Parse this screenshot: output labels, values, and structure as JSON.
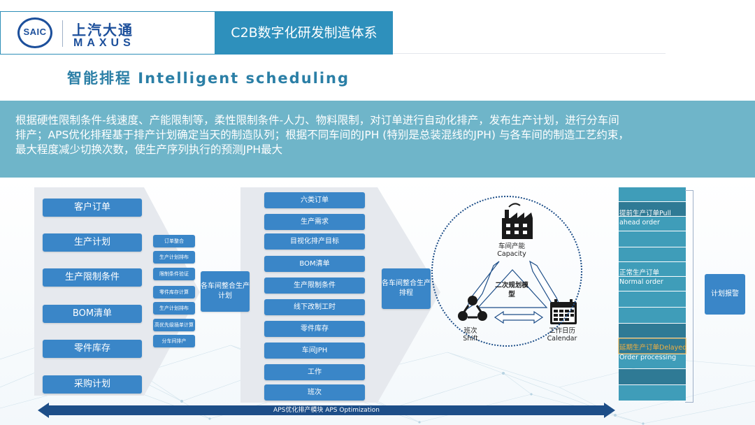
{
  "header": {
    "logo_badge": "SAIC",
    "brand_cn": "上汽大通",
    "brand_en": "MAXUS",
    "title": "C2B数字化研发制造体系"
  },
  "subtitle": "智能排程 Intelligent scheduling",
  "description": {
    "line1": "根据硬性限制条件-线速度、产能限制等，柔性限制条件-人力、物料限制，对订单进行自动化排产，发布生产计划，进行分车间",
    "line2": "排产；APS优化排程基于排产计划确定当天的制造队列；根据不同车间的JPH (特别是总装混线的JPH) 与各车间的制造工艺约束，",
    "line3": "最大程度减少切换次数，使生产序列执行的预测JPH最大"
  },
  "inputs": [
    "客户订单",
    "生产计划",
    "生产限制条件",
    "BOM清单",
    "零件库存",
    "采购计划"
  ],
  "sub_steps": [
    "订单整合",
    "生产计划排布",
    "限制条件验证",
    "零件库存计算",
    "生产计划排布",
    "高优先级插单计算",
    "分车间排产"
  ],
  "integrate_plan": "各车间整合生产计划",
  "middle_items": [
    "六类订单",
    "生产需求",
    "目视化排产目标",
    "BOM清单",
    "生产限制条件",
    "线下改制工时",
    "零件库存",
    "车间JPH",
    "工作",
    "班次"
  ],
  "integrate_schedule": "各车间整合生产排程",
  "cycle": {
    "center": "二次规划模型",
    "capacity_cn": "车间产能",
    "capacity_en": "Capacity",
    "shift_cn": "班次",
    "shift_en": "Shift",
    "calendar_cn": "工作日历",
    "calendar_en": "Calendar"
  },
  "queue": {
    "pull_cn": "提前生产订单Pull",
    "pull_en": "ahead order",
    "normal_cn": "正常生产订单",
    "normal_en": "Normal order",
    "delayed_cn": "延期生产订单Delayed",
    "delayed_en": "Order processing"
  },
  "report": "计划报警",
  "aps_bar": "APS优化排产模块  APS Optimization",
  "colors": {
    "brand_blue": "#1c4f9b",
    "accent": "#2e90bc",
    "band": "#6fb5c9",
    "button": "#3a86c8",
    "queue_cell": "#3f9db9",
    "queue_dark": "#2f7a95",
    "delayed_text": "#f0b040"
  }
}
